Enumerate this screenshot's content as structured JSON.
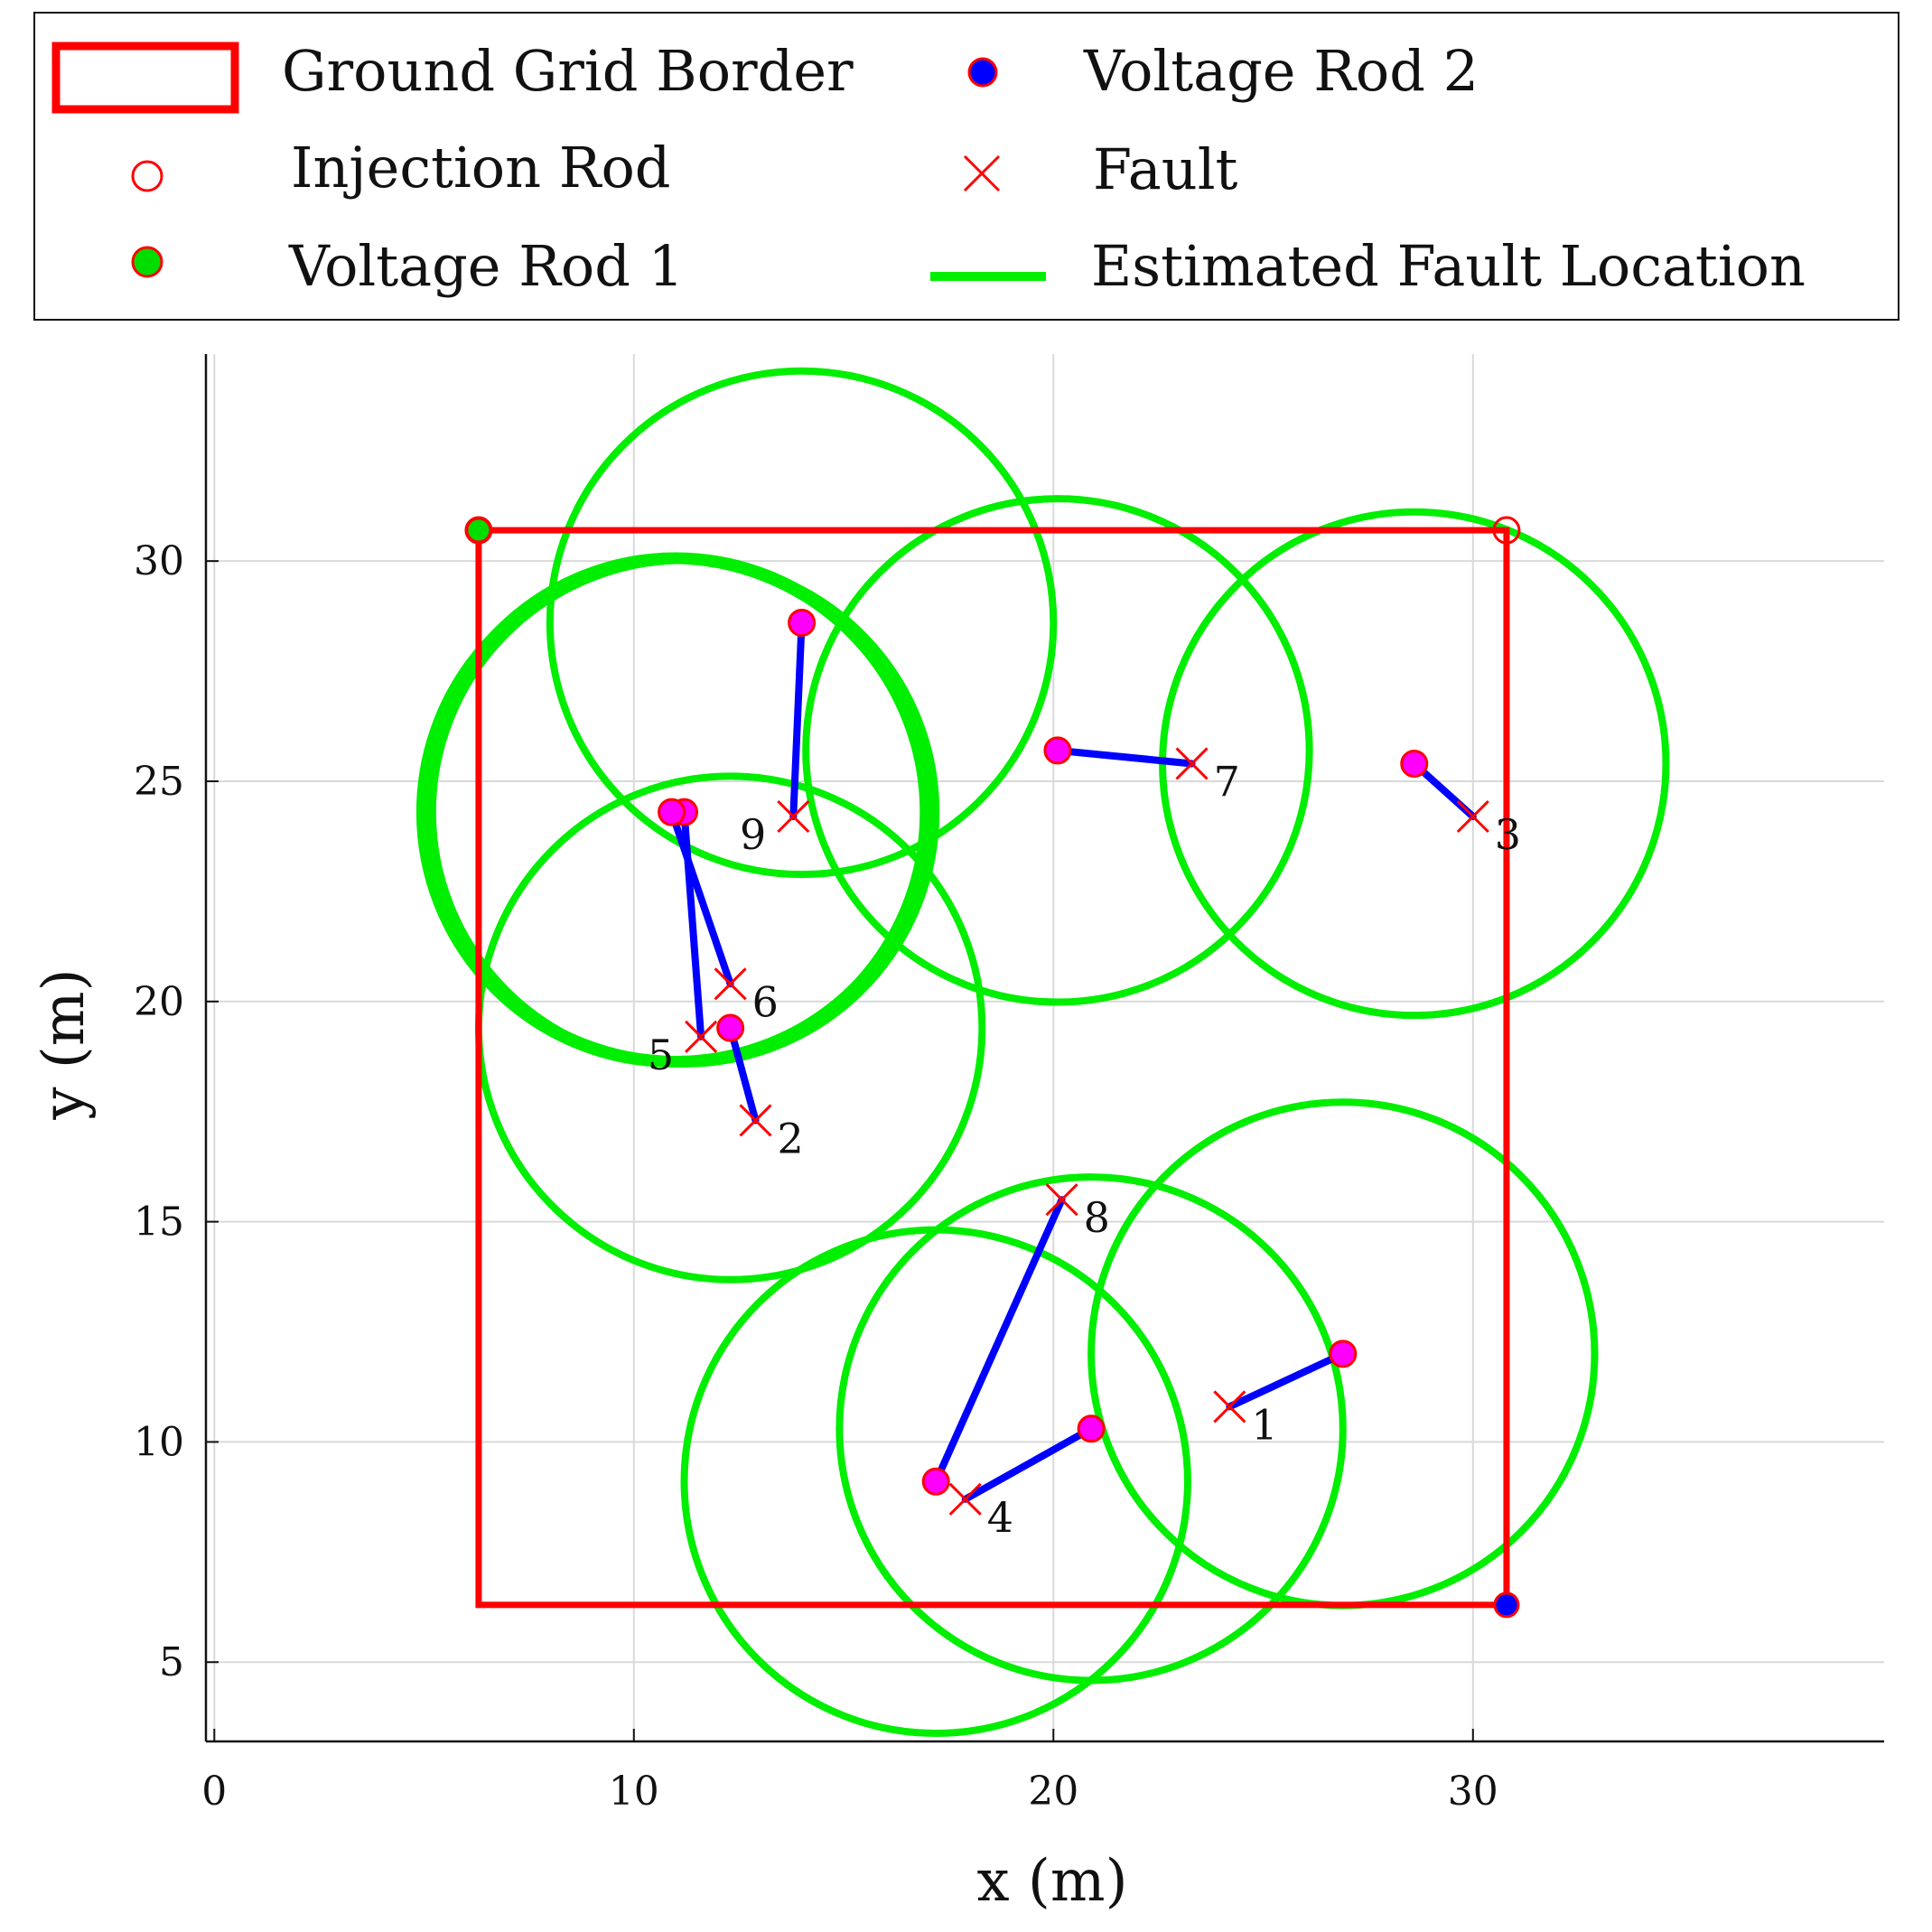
{
  "chart_data": {
    "type": "scatter",
    "xlabel": "x (m)",
    "ylabel": "y (m)",
    "xlim": [
      -0.2,
      39.8
    ],
    "ylim": [
      3.2,
      34.7
    ],
    "xticks": [
      0,
      10,
      20,
      30
    ],
    "yticks": [
      5,
      10,
      15,
      20,
      25,
      30
    ],
    "grid": true,
    "legend": {
      "placement": "top",
      "entries": [
        {
          "label": "Ground Grid Border",
          "marker": "rectangle"
        },
        {
          "label": "Voltage Rod 2",
          "marker": "filled-circle-blue"
        },
        {
          "label": "Injection Rod",
          "marker": "open-circle-red"
        },
        {
          "label": "Fault",
          "marker": "x-red"
        },
        {
          "label": "Voltage Rod 1",
          "marker": "filled-circle-green"
        },
        {
          "label": "Estimated Fault Location",
          "marker": "line-green"
        }
      ]
    },
    "ground_grid_border": {
      "x0": 6.3,
      "y0": 6.3,
      "x1": 30.8,
      "y1": 30.7
    },
    "injection_rods": [
      {
        "x": 6.3,
        "y": 30.7
      },
      {
        "x": 30.8,
        "y": 30.7
      }
    ],
    "voltage_rod_1": {
      "x": 6.3,
      "y": 30.7
    },
    "voltage_rod_2": {
      "x": 30.8,
      "y": 6.3
    },
    "faults": [
      {
        "label": "1",
        "x": 24.2,
        "y": 10.8
      },
      {
        "label": "2",
        "x": 12.9,
        "y": 17.3
      },
      {
        "label": "3",
        "x": 30.0,
        "y": 24.2
      },
      {
        "label": "4",
        "x": 17.9,
        "y": 8.7
      },
      {
        "label": "5",
        "x": 11.6,
        "y": 19.2
      },
      {
        "label": "6",
        "x": 12.3,
        "y": 20.4
      },
      {
        "label": "7",
        "x": 23.3,
        "y": 25.4
      },
      {
        "label": "8",
        "x": 20.2,
        "y": 15.5
      },
      {
        "label": "9",
        "x": 13.8,
        "y": 24.2
      }
    ],
    "estimated_fault_locations": [
      {
        "x": 26.9,
        "y": 12.0
      },
      {
        "x": 12.3,
        "y": 19.4
      },
      {
        "x": 28.6,
        "y": 25.4
      },
      {
        "x": 20.9,
        "y": 10.3
      },
      {
        "x": 11.2,
        "y": 24.3
      },
      {
        "x": 10.9,
        "y": 24.3
      },
      {
        "x": 20.1,
        "y": 25.7
      },
      {
        "x": 17.2,
        "y": 9.1
      },
      {
        "x": 14.0,
        "y": 28.6
      }
    ],
    "estimation_circles": [
      {
        "cx": 26.9,
        "cy": 12.0,
        "r": 6.0
      },
      {
        "cx": 12.3,
        "cy": 19.4,
        "r": 6.0
      },
      {
        "cx": 28.6,
        "cy": 25.4,
        "r": 6.0
      },
      {
        "cx": 20.9,
        "cy": 10.3,
        "r": 6.0
      },
      {
        "cx": 11.2,
        "cy": 24.3,
        "r": 6.0
      },
      {
        "cx": 10.9,
        "cy": 24.3,
        "r": 6.0
      },
      {
        "cx": 20.1,
        "cy": 25.7,
        "r": 6.0
      },
      {
        "cx": 17.2,
        "cy": 9.1,
        "r": 6.0
      },
      {
        "cx": 14.0,
        "cy": 28.6,
        "r": 6.0
      },
      {
        "cx": 11.0,
        "cy": 24.4,
        "r": 6.0
      },
      {
        "cx": 11.1,
        "cy": 24.3,
        "r": 6.0
      }
    ],
    "colors": {
      "border": "#ff0000",
      "circle": "#00ee00",
      "link": "#0000ff",
      "estimate": "#ff00ff",
      "fault": "#ff0000",
      "voltage_rod_1": "#00dd00",
      "voltage_rod_2": "#0000ff",
      "grid": "#d9d9d9"
    }
  }
}
